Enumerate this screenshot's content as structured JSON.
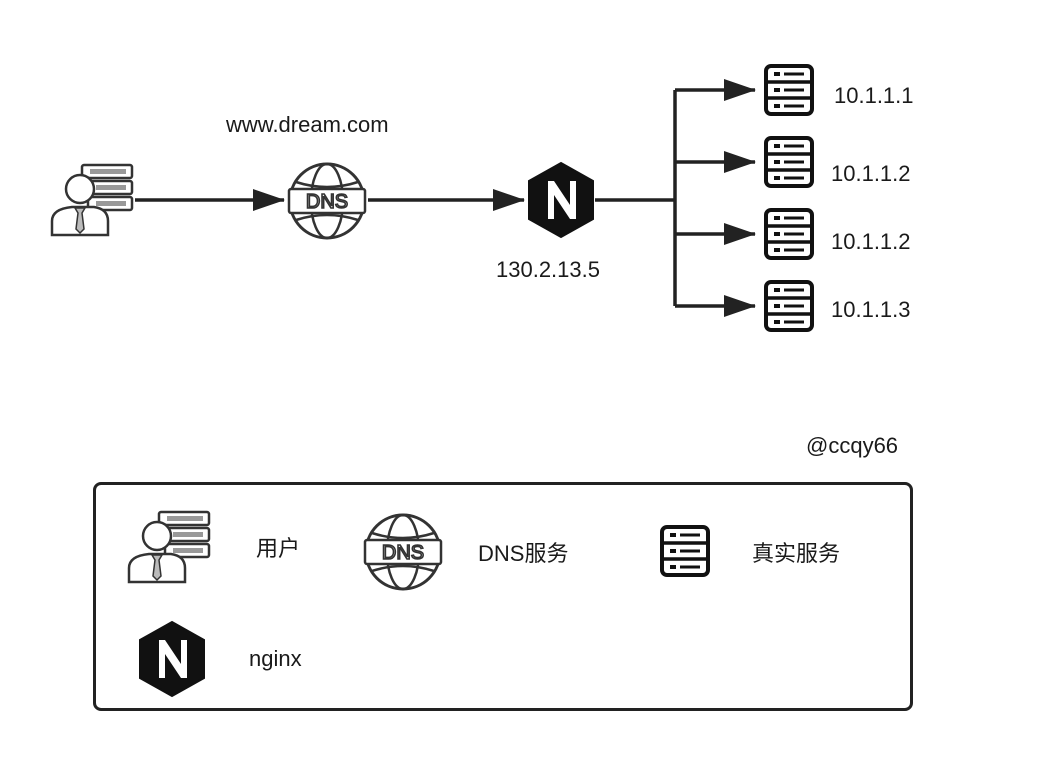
{
  "diagram": {
    "domain_label": "www.dream.com",
    "nginx_ip": "130.2.13.5",
    "dns_icon_text": "DNS",
    "nginx_icon_text": "N",
    "servers": [
      {
        "ip": "10.1.1.1"
      },
      {
        "ip": "10.1.1.2"
      },
      {
        "ip": "10.1.1.2"
      },
      {
        "ip": "10.1.1.3"
      }
    ],
    "watermark": "@ccqy66"
  },
  "legend": {
    "user": "用户",
    "dns": "DNS服务",
    "server": "真实服务",
    "nginx": "nginx"
  },
  "colors": {
    "stroke": "#222222",
    "icon_fill": "#ffffff",
    "nginx_fill": "#111111"
  }
}
